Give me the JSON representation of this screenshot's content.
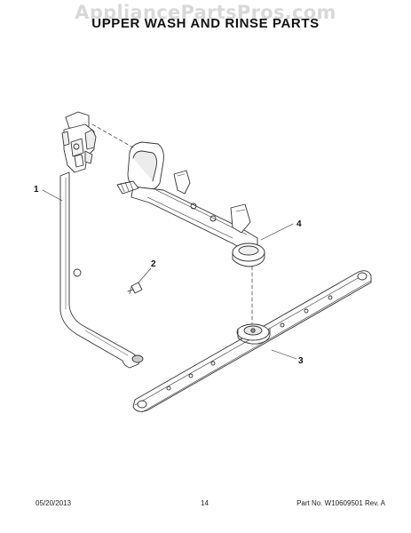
{
  "watermark": "AppliancePartsPros.com",
  "title": "UPPER WASH AND RINSE PARTS",
  "callouts": {
    "c1": "1",
    "c2": "2",
    "c3": "3",
    "c4": "4"
  },
  "footer": {
    "date": "05/20/2013",
    "page": "14",
    "part": "Part No. W10609501  Rev. A"
  }
}
